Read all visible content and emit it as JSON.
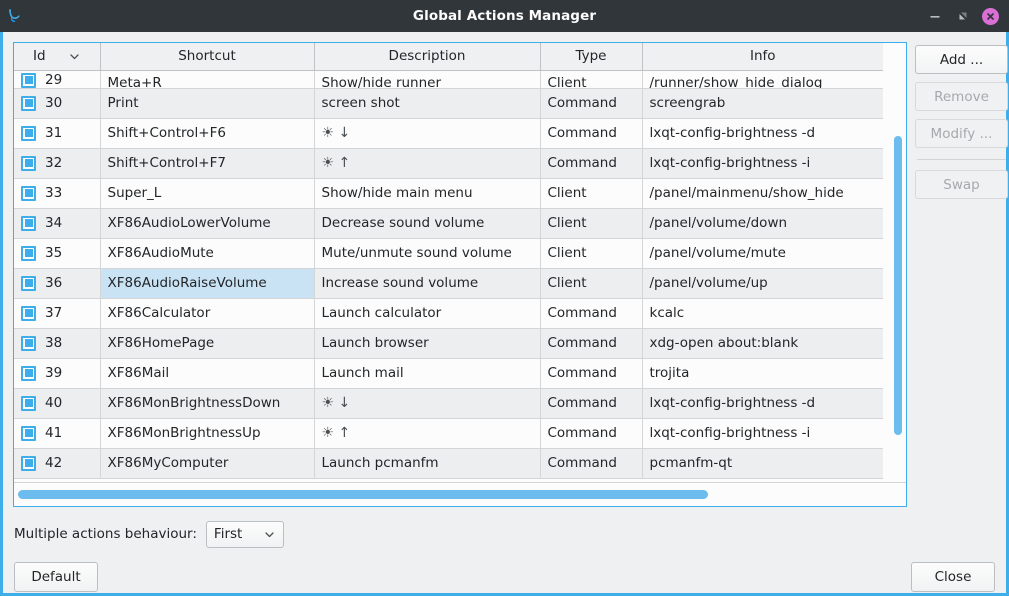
{
  "window": {
    "title": "Global Actions Manager",
    "app_icon": "lxqt-globalkeys-icon",
    "controls": {
      "minimize": "minimize-icon",
      "maximize": "maximize-icon",
      "close": "close-icon"
    },
    "accent_color": "#3daee9",
    "titlebar_color": "#31363b",
    "close_button_color": "#da70d6"
  },
  "table": {
    "columns": [
      {
        "key": "id",
        "label": "Id",
        "sort_indicator": "chevron-down-icon"
      },
      {
        "key": "shortcut",
        "label": "Shortcut"
      },
      {
        "key": "description",
        "label": "Description"
      },
      {
        "key": "type",
        "label": "Type"
      },
      {
        "key": "info",
        "label": "Info"
      }
    ],
    "selected_row_id": "36",
    "selected_column": "shortcut",
    "row_icon": "enabled-action-icon",
    "rows": [
      {
        "id": "29",
        "shortcut": "Meta+R",
        "description": "Show/hide runner",
        "type": "Client",
        "info": "/runner/show_hide_dialog"
      },
      {
        "id": "30",
        "shortcut": "Print",
        "description": "screen shot",
        "type": "Command",
        "info": "screengrab"
      },
      {
        "id": "31",
        "shortcut": "Shift+Control+F6",
        "description": "☀ ↓",
        "type": "Command",
        "info": "lxqt-config-brightness -d"
      },
      {
        "id": "32",
        "shortcut": "Shift+Control+F7",
        "description": "☀ ↑",
        "type": "Command",
        "info": "lxqt-config-brightness -i"
      },
      {
        "id": "33",
        "shortcut": "Super_L",
        "description": "Show/hide main menu",
        "type": "Client",
        "info": "/panel/mainmenu/show_hide"
      },
      {
        "id": "34",
        "shortcut": "XF86AudioLowerVolume",
        "description": "Decrease sound volume",
        "type": "Client",
        "info": "/panel/volume/down"
      },
      {
        "id": "35",
        "shortcut": "XF86AudioMute",
        "description": "Mute/unmute sound volume",
        "type": "Client",
        "info": "/panel/volume/mute"
      },
      {
        "id": "36",
        "shortcut": "XF86AudioRaiseVolume",
        "description": "Increase sound volume",
        "type": "Client",
        "info": "/panel/volume/up"
      },
      {
        "id": "37",
        "shortcut": "XF86Calculator",
        "description": "Launch calculator",
        "type": "Command",
        "info": "kcalc"
      },
      {
        "id": "38",
        "shortcut": "XF86HomePage",
        "description": "Launch browser",
        "type": "Command",
        "info": "xdg-open about:blank"
      },
      {
        "id": "39",
        "shortcut": "XF86Mail",
        "description": "Launch mail",
        "type": "Command",
        "info": "trojita"
      },
      {
        "id": "40",
        "shortcut": "XF86MonBrightnessDown",
        "description": "☀ ↓",
        "type": "Command",
        "info": "lxqt-config-brightness -d"
      },
      {
        "id": "41",
        "shortcut": "XF86MonBrightnessUp",
        "description": "☀ ↑",
        "type": "Command",
        "info": "lxqt-config-brightness -i"
      },
      {
        "id": "42",
        "shortcut": "XF86MyComputer",
        "description": "Launch pcmanfm",
        "type": "Command",
        "info": "pcmanfm-qt"
      }
    ]
  },
  "side_buttons": [
    {
      "key": "add",
      "label": "Add ...",
      "enabled": true
    },
    {
      "key": "remove",
      "label": "Remove",
      "enabled": false
    },
    {
      "key": "modify",
      "label": "Modify ...",
      "enabled": false
    },
    {
      "key": "swap",
      "label": "Swap",
      "enabled": false
    }
  ],
  "behaviour": {
    "label": "Multiple actions behaviour:",
    "selected": "First",
    "dropdown_icon": "chevron-down-icon"
  },
  "actions": {
    "default_label": "Default",
    "close_label": "Close"
  }
}
